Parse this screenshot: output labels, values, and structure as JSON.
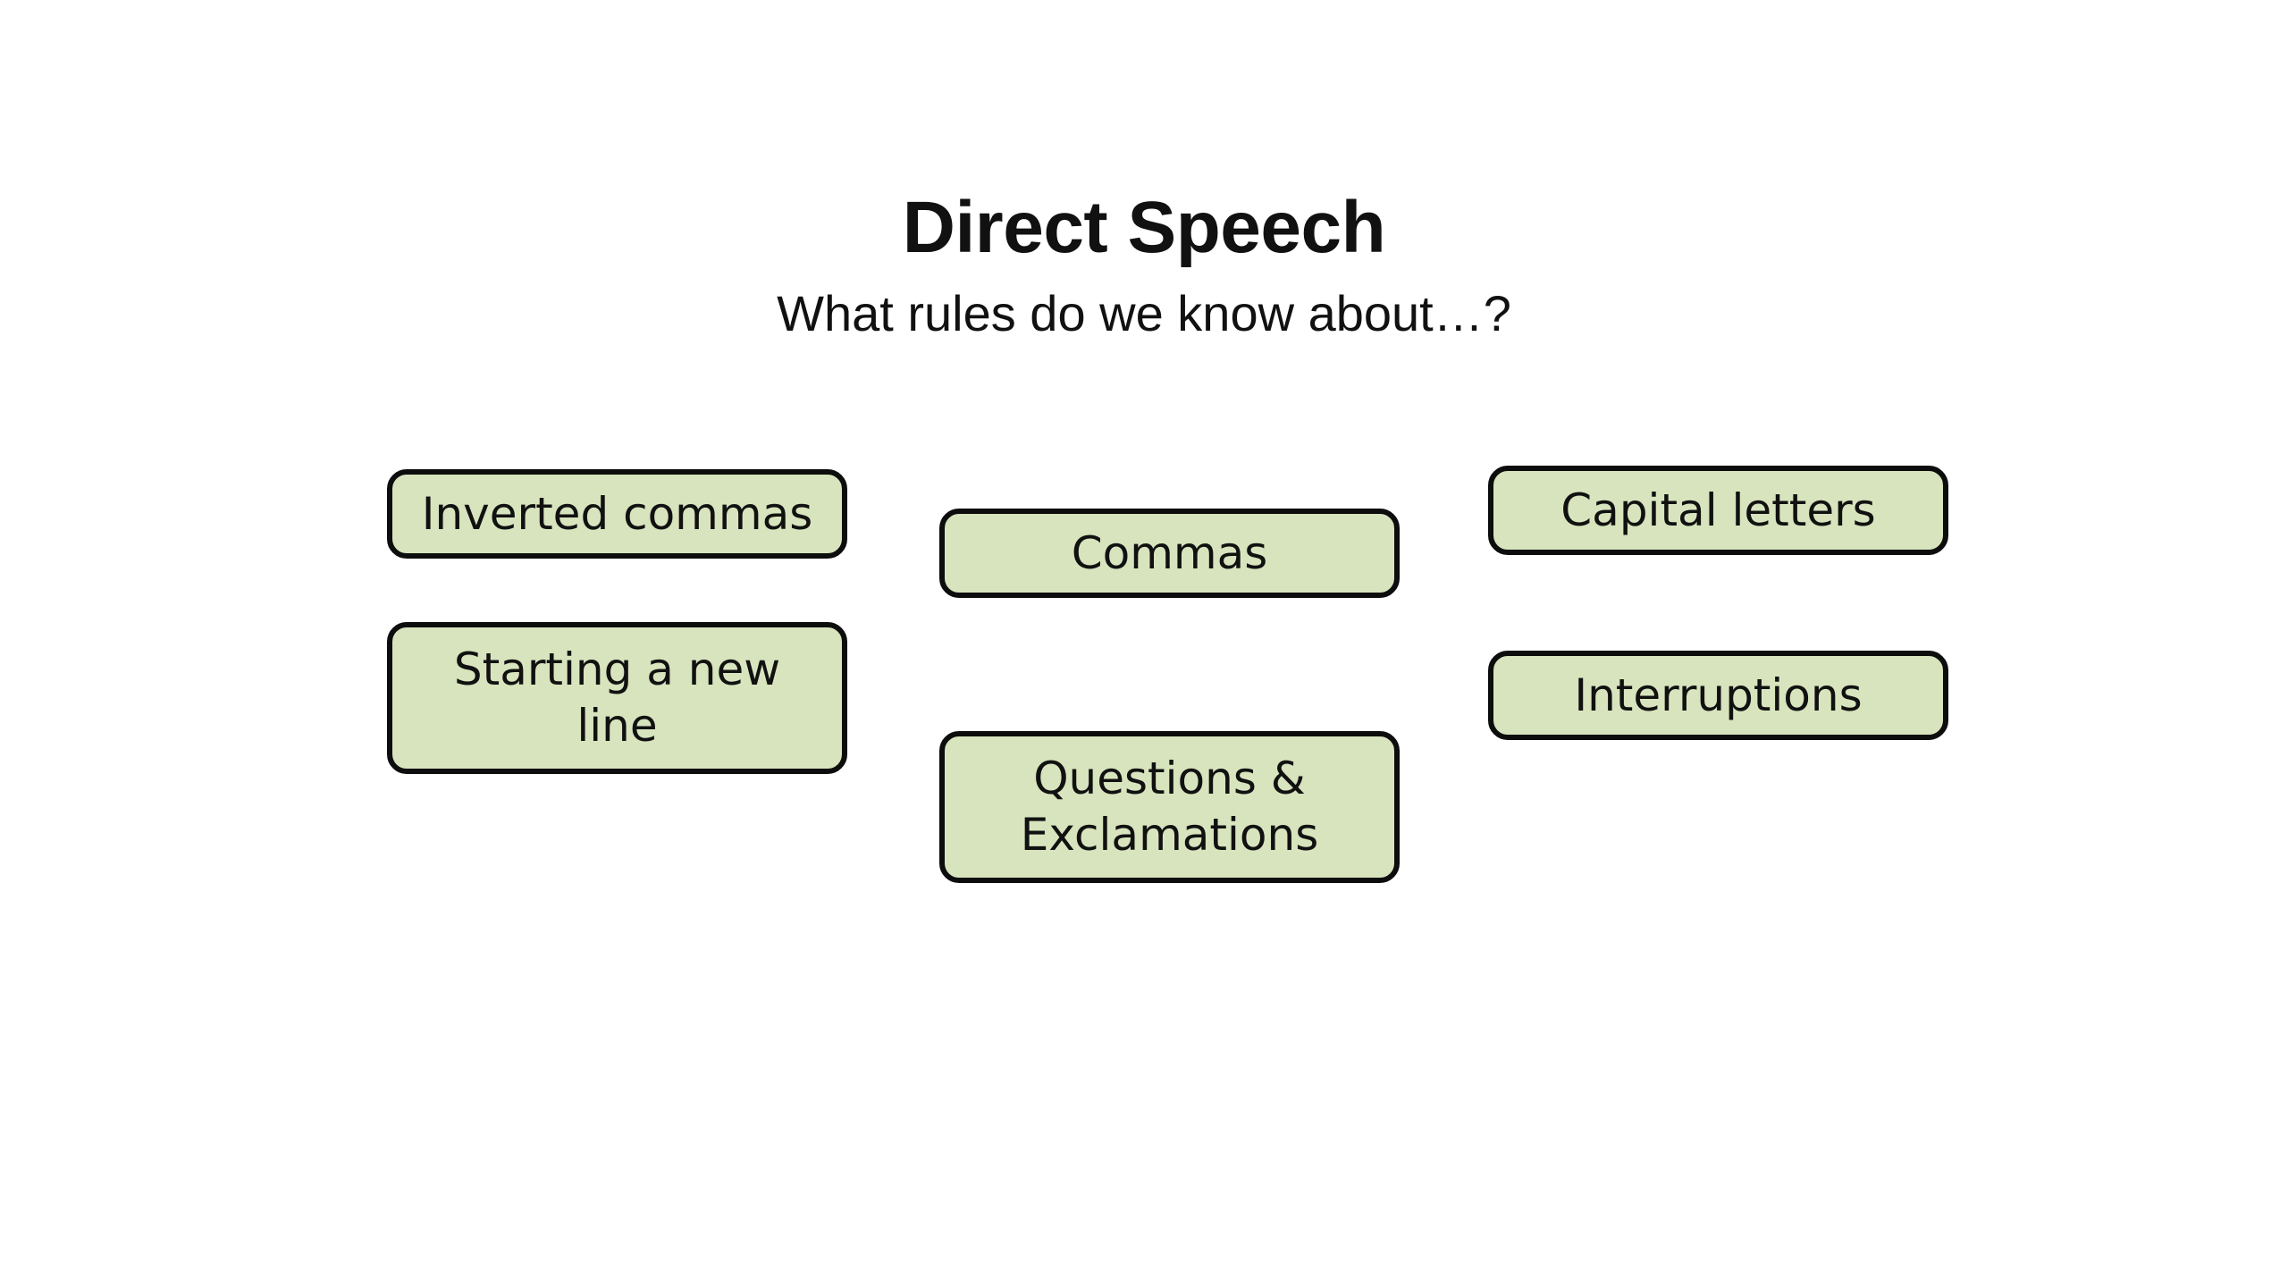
{
  "slide": {
    "title": "Direct Speech",
    "subtitle": "What rules do we know about…?",
    "boxes": {
      "inverted_commas": "Inverted commas",
      "starting_new_line": "Starting a new line",
      "commas": "Commas",
      "questions_exclamations": "Questions & Exclamations",
      "capital_letters": "Capital letters",
      "interruptions": "Interruptions"
    }
  },
  "colors": {
    "box_fill": "#d7e4bd",
    "box_border": "#0d0d0d",
    "text": "#111111",
    "background": "#ffffff"
  }
}
